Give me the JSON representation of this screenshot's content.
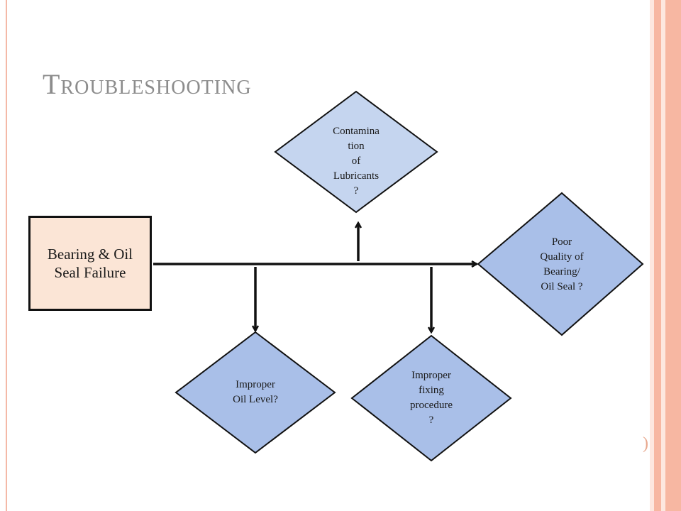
{
  "slide": {
    "title": "Troubleshooting",
    "accent_colors": {
      "left_rule": "#f4b9a7",
      "right_band_light": "#fbd5c8",
      "right_band_mid": "#f7b7a2",
      "title_text": "#8c8c8c"
    }
  },
  "diagram": {
    "type": "cause-and-effect flowchart",
    "effect": {
      "label": "Bearing & Oil\nSeal Failure",
      "fill": "#fbe5d6"
    },
    "causes": [
      {
        "id": "contamination",
        "label": "Contamina\ntion\nof\nLubricants\n?",
        "fill": "#c5d5ef",
        "connection": "upward from spine"
      },
      {
        "id": "poor-quality",
        "label": "Poor\nQuality of\nBearing/\nOil Seal ?",
        "fill": "#a9bfe8",
        "connection": "end of spine"
      },
      {
        "id": "oil-level",
        "label": "Improper\nOil Level?",
        "fill": "#a9bfe8",
        "connection": "downward from spine"
      },
      {
        "id": "fixing-procedure",
        "label": "Improper\nfixing\nprocedure\n?",
        "fill": "#a9bfe8",
        "connection": "downward from spine"
      }
    ],
    "stroke_color": "#111111"
  },
  "decor": {
    "paren_glyph": ")"
  }
}
